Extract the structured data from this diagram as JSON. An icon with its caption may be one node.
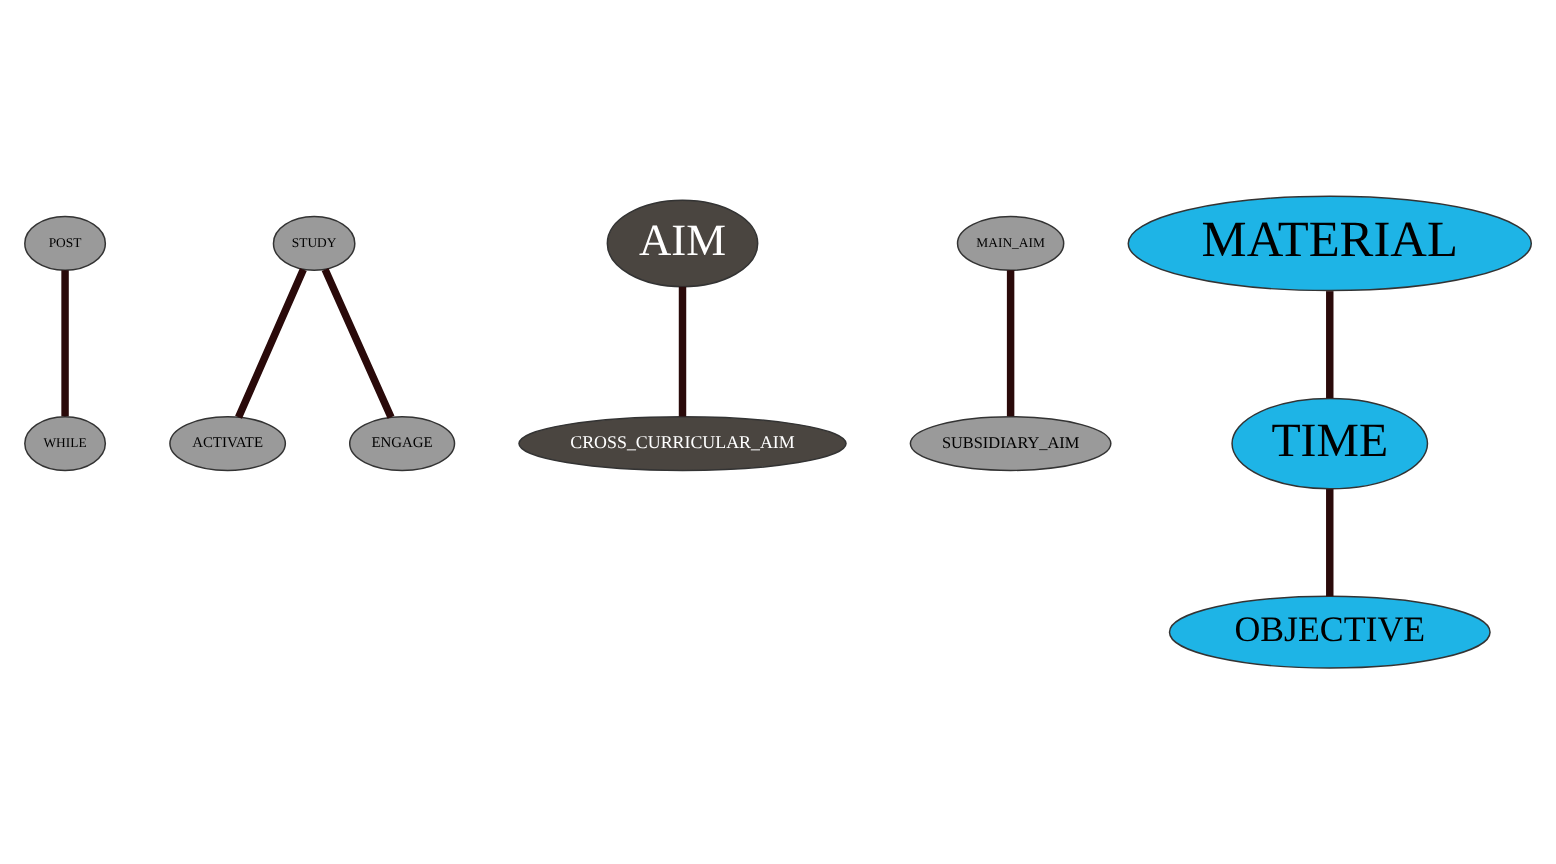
{
  "diagram": {
    "nodes": [
      {
        "text": [
          "POST"
        ]
      },
      {
        "text": [
          "WHILE"
        ]
      },
      {
        "text": [
          "STUDY"
        ]
      },
      {
        "text": [
          "ACTIVATE"
        ]
      },
      {
        "text": [
          "ENGAGE"
        ]
      },
      {
        "text": [
          "AIM"
        ]
      },
      {
        "text": [
          "CROSS_CURRICULAR_AIM"
        ]
      },
      {
        "text": [
          "MAIN_AIM"
        ]
      },
      {
        "text": [
          "SUBSIDIARY_AIM"
        ]
      },
      {
        "text": [
          "MATERIAL"
        ]
      },
      {
        "text": [
          "TIME"
        ]
      },
      {
        "text": [
          "OBJECTIVE"
        ]
      }
    ],
    "edges": [
      {
        "from": 0,
        "to": 1,
        "arrow": "none"
      },
      {
        "from": 2,
        "to": 3,
        "arrow": "none"
      },
      {
        "from": 2,
        "to": 4,
        "arrow": "none"
      },
      {
        "from": 5,
        "to": 6,
        "arrow": "none"
      },
      {
        "from": 7,
        "to": 8,
        "arrow": "none"
      },
      {
        "from": 9,
        "to": 10,
        "arrow": "none"
      },
      {
        "from": 10,
        "to": 11,
        "arrow": "none"
      }
    ]
  }
}
